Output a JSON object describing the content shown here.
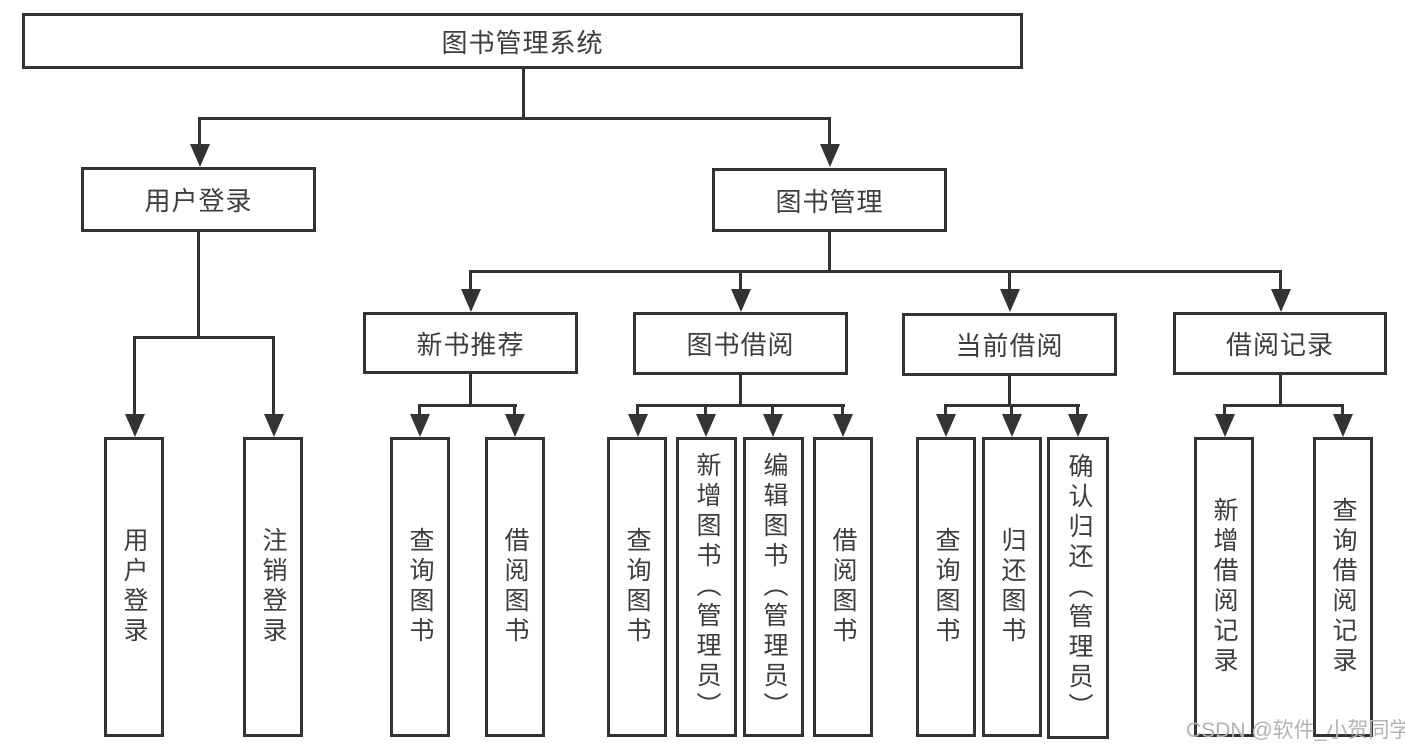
{
  "diagram": {
    "type": "tree",
    "root": {
      "label": "图书管理系统"
    },
    "level2": [
      {
        "label": "用户登录"
      },
      {
        "label": "图书管理"
      }
    ],
    "level3": [
      {
        "label": "新书推荐"
      },
      {
        "label": "图书借阅"
      },
      {
        "label": "当前借阅"
      },
      {
        "label": "借阅记录"
      }
    ],
    "leaves_user_login": [
      {
        "label": "用户登录"
      },
      {
        "label": "注销登录"
      }
    ],
    "leaves_new_books": [
      {
        "label": "查询图书"
      },
      {
        "label": "借阅图书"
      }
    ],
    "leaves_book_borrow": [
      {
        "label": "查询图书"
      },
      {
        "label": "新增图书（管理员）"
      },
      {
        "label": "编辑图书（管理员）"
      },
      {
        "label": "借阅图书"
      }
    ],
    "leaves_current_borrow": [
      {
        "label": "查询图书"
      },
      {
        "label": "归还图书"
      },
      {
        "label": "确认归还（管理员）"
      }
    ],
    "leaves_borrow_records": [
      {
        "label": "新增借阅记录"
      },
      {
        "label": "查询借阅记录"
      }
    ],
    "edges": {
      "root_children": [
        "用户登录",
        "图书管理"
      ],
      "用户登录_children": [
        "用户登录",
        "注销登录"
      ],
      "图书管理_children": [
        "新书推荐",
        "图书借阅",
        "当前借阅",
        "借阅记录"
      ],
      "新书推荐_children": [
        "查询图书",
        "借阅图书"
      ],
      "图书借阅_children": [
        "查询图书",
        "新增图书（管理员）",
        "编辑图书（管理员）",
        "借阅图书"
      ],
      "当前借阅_children": [
        "查询图书",
        "归还图书",
        "确认归还（管理员）"
      ],
      "借阅记录_children": [
        "新增借阅记录",
        "查询借阅记录"
      ]
    },
    "colors": {
      "line": "#333333",
      "text": "#3d3d3d",
      "background": "#ffffff",
      "watermark": "#b3b3b3"
    },
    "watermark": "CSDN @软件_小贺同学"
  }
}
